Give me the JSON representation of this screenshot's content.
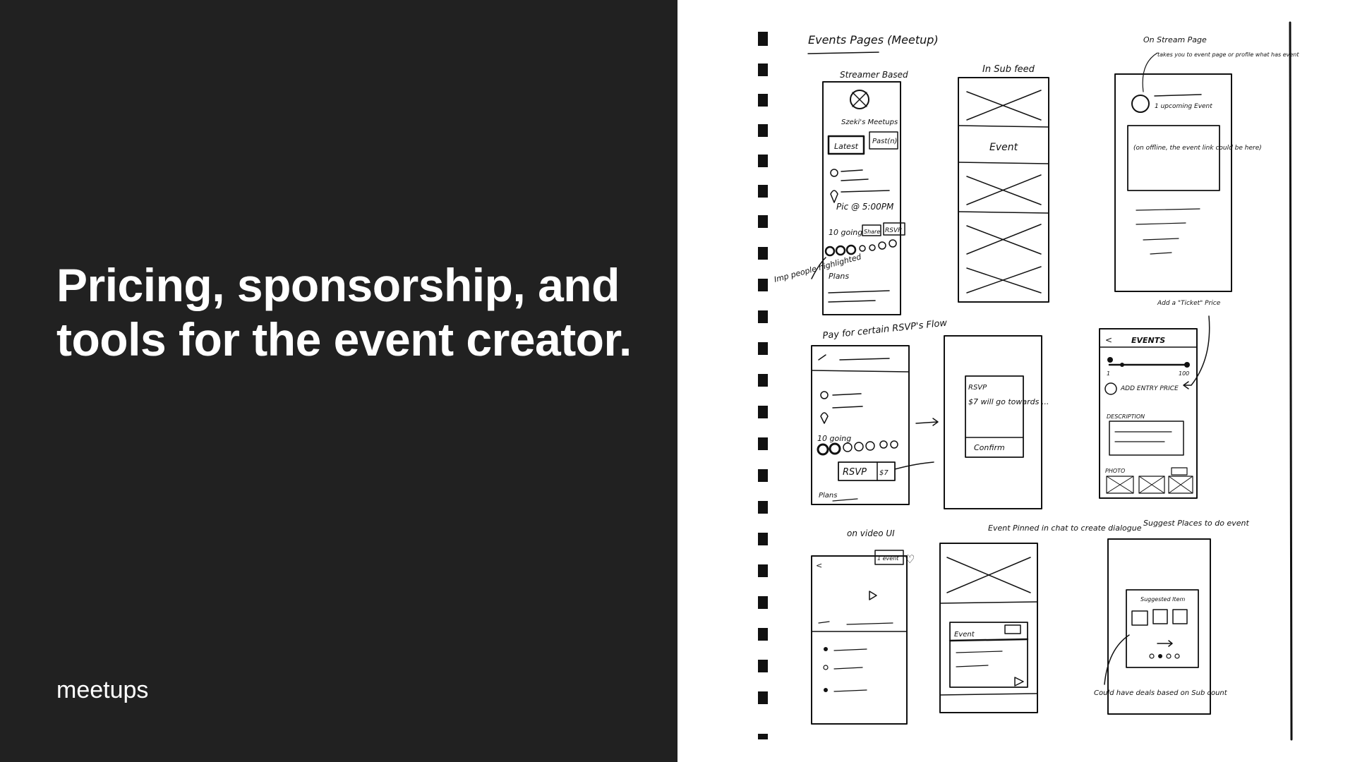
{
  "slide": {
    "headline": "Pricing, sponsorship, and tools for the event creator.",
    "footer_label": "meetups",
    "colors": {
      "left_background": "#212121",
      "text": "#ffffff",
      "right_background": "#ffffff",
      "ink": "#111111"
    }
  },
  "sketch": {
    "page_title": "Events Pages (Meetup)",
    "panels": [
      {
        "label": "Streamer Based",
        "texts": [
          "Szeki's Meetups",
          "Latest",
          "Past(n)",
          "Pic @ 5:00PM",
          "10 going",
          "Share",
          "RSVP",
          "Plans"
        ]
      },
      {
        "label": "In Sub feed",
        "texts": [
          "Event"
        ]
      },
      {
        "label": "On Stream Page",
        "texts": [
          "1 upcoming Event",
          "(on offline, the event link could be here)"
        ]
      },
      {
        "label": "Pay for certain RSVP's Flow",
        "texts": [
          "10 going",
          "RSVP",
          "$7",
          "Plans"
        ]
      },
      {
        "label": "",
        "texts": [
          "RSVP",
          "$7 will go towards ...",
          "Confirm"
        ]
      },
      {
        "label": "",
        "texts": [
          "EVENTS",
          "1",
          "100",
          "ADD ENTRY PRICE",
          "DESCRIPTION",
          "PHOTO"
        ]
      },
      {
        "label": "on video UI",
        "texts": [
          "1 event"
        ]
      },
      {
        "label": "Event Pinned in chat to create dialogue",
        "texts": [
          "Event"
        ]
      },
      {
        "label": "Suggest Places to do event",
        "texts": [
          "Suggested Item"
        ]
      }
    ],
    "annotations": [
      "takes you to event page or profile what has event",
      "Add a \"Ticket\" Price",
      "Imp people highlighted",
      "Could have deals based on Sub count"
    ]
  }
}
